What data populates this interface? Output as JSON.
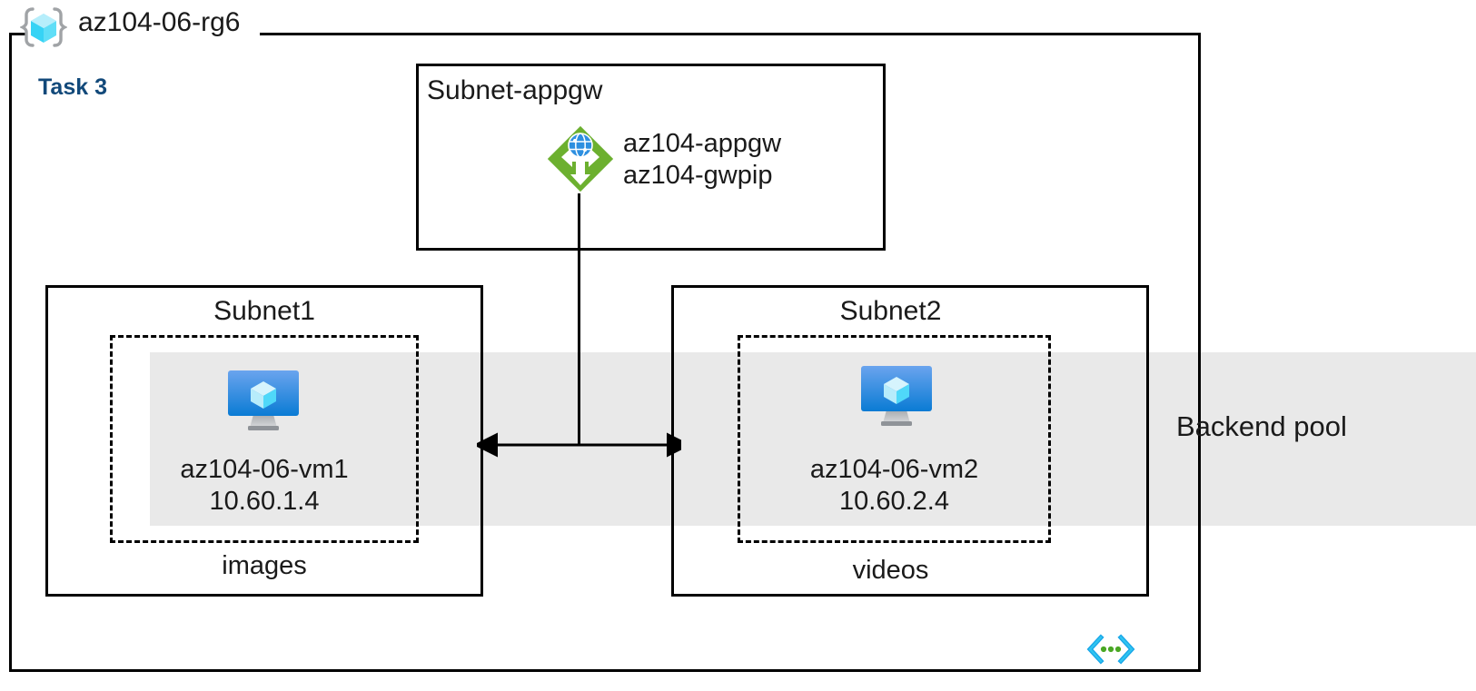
{
  "diagram": {
    "resource_group": {
      "name": "az104-06-rg6",
      "icon": "resource-group-cube-icon"
    },
    "task_label": "Task 3",
    "accent_color": "#12497a",
    "band": {
      "label": "Backend pool",
      "color": "#e9e9e9"
    },
    "subnets": [
      {
        "title": "Subnet-appgw",
        "resources": [
          {
            "icon": "application-gateway-icon",
            "labels": [
              "az104-appgw",
              "az104-gwpip"
            ]
          }
        ]
      },
      {
        "title": "Subnet1",
        "footer": "images",
        "vm": {
          "icon": "virtual-machine-icon",
          "name": "az104-06-vm1",
          "ip": "10.60.1.4"
        }
      },
      {
        "title": "Subnet2",
        "footer": "videos",
        "vm": {
          "icon": "virtual-machine-icon",
          "name": "az104-06-vm2",
          "ip": "10.60.2.4"
        }
      }
    ],
    "footer_icon": "code-brackets-icon"
  }
}
